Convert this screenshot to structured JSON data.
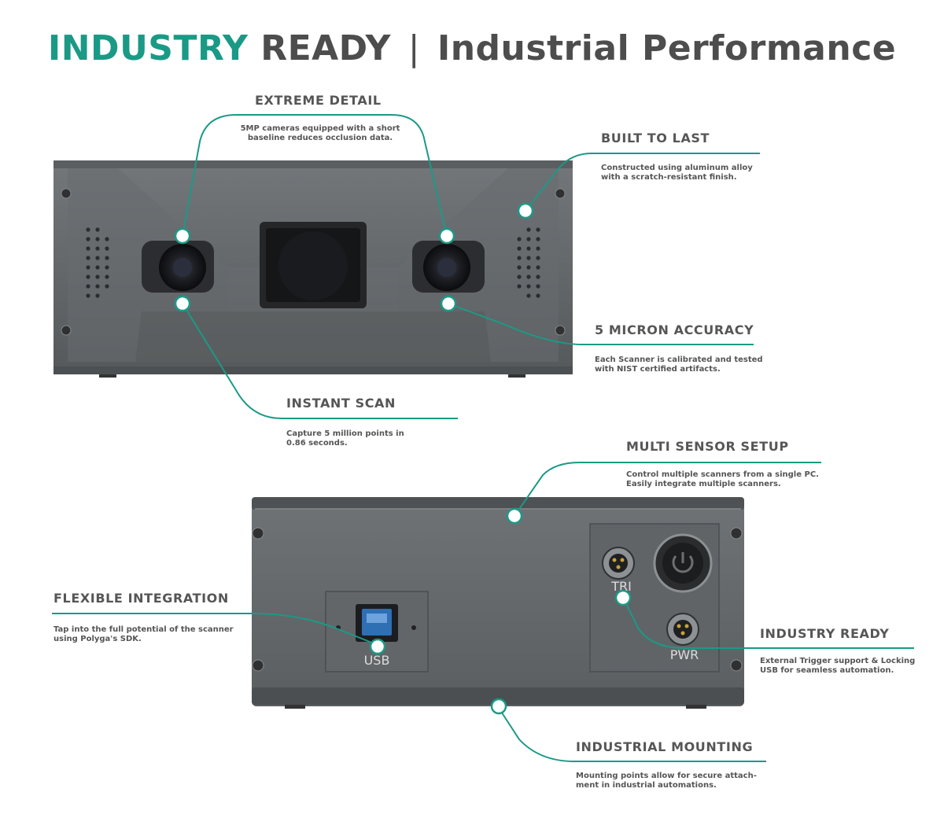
{
  "title": {
    "part1": "INDUSTRY",
    "part2": "READY",
    "separator": "|",
    "part3": "Industrial Performance"
  },
  "colors": {
    "accent": "#1a9a86",
    "body": "#5e6264",
    "text": "#4d4d4d"
  },
  "callouts": {
    "extreme_detail": {
      "heading": "EXTREME DETAIL",
      "lines": [
        "5MP cameras equipped with a short",
        "baseline reduces occlusion data."
      ]
    },
    "built_to_last": {
      "heading": "BUILT TO LAST",
      "lines": [
        "Constructed using aluminum alloy",
        "with a scratch-resistant finish."
      ]
    },
    "micron_accuracy": {
      "heading": "5 MICRON ACCURACY",
      "lines": [
        "Each Scanner is calibrated and tested",
        "with NIST certified artifacts."
      ]
    },
    "instant_scan": {
      "heading": "INSTANT SCAN",
      "lines": [
        "Capture 5 million points in",
        "0.86 seconds."
      ]
    },
    "multi_sensor": {
      "heading": "MULTI SENSOR SETUP",
      "lines": [
        "Control multiple scanners from a single PC.",
        "Easily integrate multiple scanners."
      ]
    },
    "flexible_integration": {
      "heading": "FLEXIBLE INTEGRATION",
      "lines": [
        "Tap into the full potential of the scanner",
        "using Polyga's SDK."
      ]
    },
    "industry_ready": {
      "heading": "INDUSTRY READY",
      "lines": [
        "External Trigger support & Locking",
        "USB for seamless automation."
      ]
    },
    "industrial_mounting": {
      "heading": "INDUSTRIAL MOUNTING",
      "lines": [
        "Mounting points allow for secure attach-",
        "ment in industrial automations."
      ]
    }
  },
  "device_labels": {
    "usb": "USB",
    "trigger": "TRI",
    "power": "PWR"
  }
}
